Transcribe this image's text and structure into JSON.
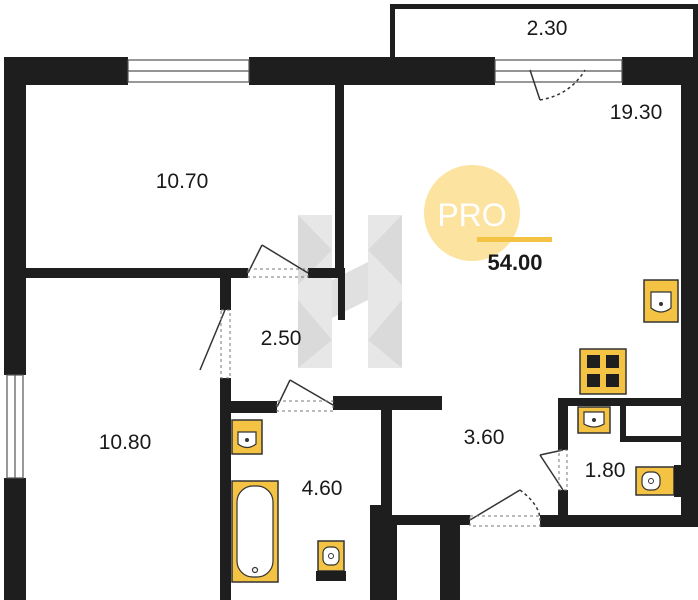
{
  "plan": {
    "total_area": "54.00",
    "badge_text": "PRO",
    "rooms": [
      {
        "id": "balcony",
        "area": "2.30"
      },
      {
        "id": "living-kitchen",
        "area": "19.30"
      },
      {
        "id": "bedroom-top",
        "area": "10.70"
      },
      {
        "id": "bedroom-bottom",
        "area": "10.80"
      },
      {
        "id": "corridor",
        "area": "2.50"
      },
      {
        "id": "hallway",
        "area": "3.60"
      },
      {
        "id": "bathroom",
        "area": "4.60"
      },
      {
        "id": "wc",
        "area": "1.80"
      }
    ],
    "fixtures": [
      "kitchen-sink-icon",
      "stove-icon",
      "bathtub-icon",
      "toilet-icon",
      "washbasin-icon",
      "wc-toilet-icon",
      "wc-washbasin-icon"
    ]
  },
  "colors": {
    "wall": "#1e1e1e",
    "fixture_fill": "#f5c343",
    "badge": "#fde3a0",
    "accent": "#f5c343",
    "watermark": "#cfcfcf"
  }
}
